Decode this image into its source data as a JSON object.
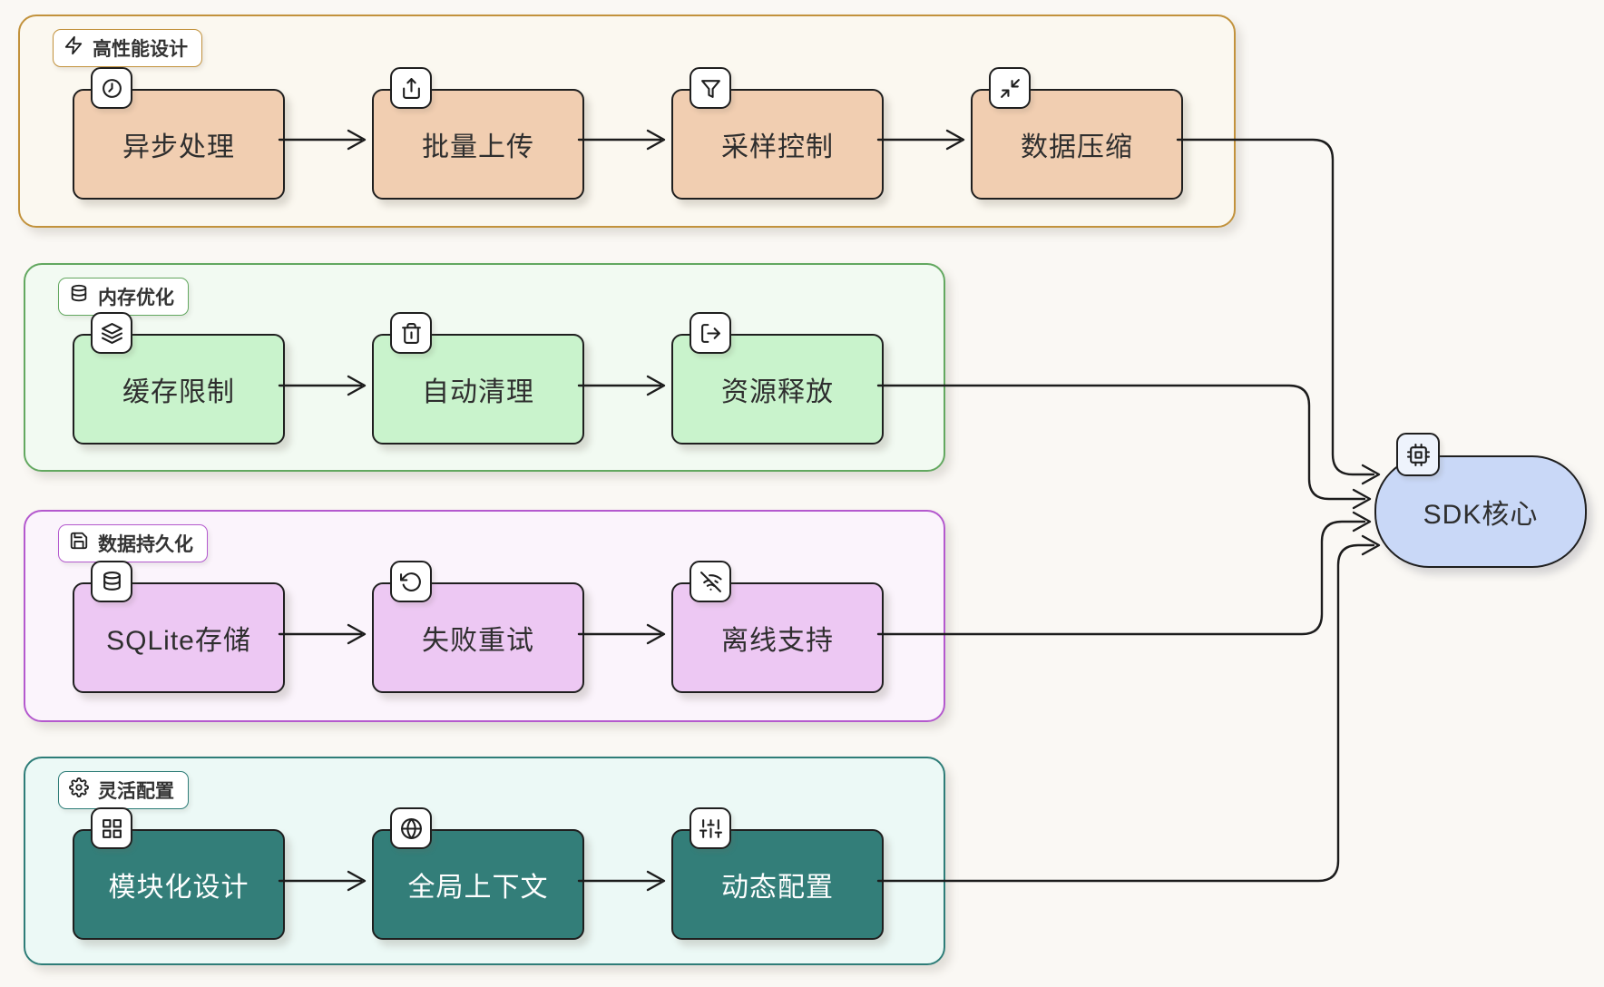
{
  "diagram": {
    "background": "#FAF8F4",
    "connector_color": "#1C1C1C"
  },
  "groups": [
    {
      "label": "高性能设计",
      "icon": "zap-icon",
      "colors": {
        "border": "#C2923C",
        "background": "#FBF8F0",
        "node_fill": "#F1CEB1",
        "node_text": "#2E2E2E"
      },
      "nodes": [
        {
          "label": "异步处理",
          "icon": "clock-icon"
        },
        {
          "label": "批量上传",
          "icon": "upload-icon"
        },
        {
          "label": "采样控制",
          "icon": "filter-icon"
        },
        {
          "label": "数据压缩",
          "icon": "compress-icon"
        }
      ]
    },
    {
      "label": "内存优化",
      "icon": "database-icon",
      "colors": {
        "border": "#63A860",
        "background": "#F2FAF2",
        "node_fill": "#C9F3CC",
        "node_text": "#2E2E2E"
      },
      "nodes": [
        {
          "label": "缓存限制",
          "icon": "layers-icon"
        },
        {
          "label": "自动清理",
          "icon": "trash-icon"
        },
        {
          "label": "资源释放",
          "icon": "logout-icon"
        }
      ]
    },
    {
      "label": "数据持久化",
      "icon": "save-icon",
      "colors": {
        "border": "#B459CE",
        "background": "#FBF4FC",
        "node_fill": "#EDC8F3",
        "node_text": "#2E2E2E"
      },
      "nodes": [
        {
          "label": "SQLite存储",
          "icon": "database-icon"
        },
        {
          "label": "失败重试",
          "icon": "rotate-ccw-icon"
        },
        {
          "label": "离线支持",
          "icon": "wifi-off-icon"
        }
      ]
    },
    {
      "label": "灵活配置",
      "icon": "gear-icon",
      "colors": {
        "border": "#2E7D78",
        "background": "#ECF9F6",
        "node_fill": "#337E79",
        "node_text": "#FFFFFF"
      },
      "nodes": [
        {
          "label": "模块化设计",
          "icon": "grid-icon"
        },
        {
          "label": "全局上下文",
          "icon": "globe-icon"
        },
        {
          "label": "动态配置",
          "icon": "sliders-icon"
        }
      ]
    }
  ],
  "core": {
    "label": "SDK核心",
    "icon": "cpu-icon",
    "colors": {
      "fill": "#C9D8F7",
      "badge_bg": "#EEF3FC"
    }
  }
}
